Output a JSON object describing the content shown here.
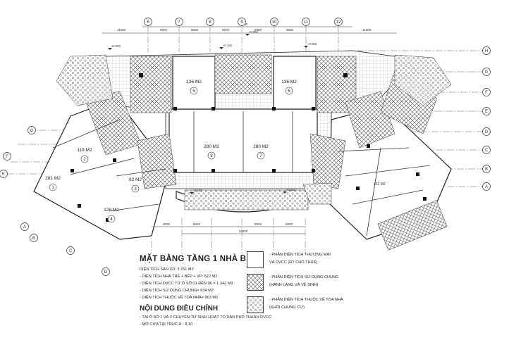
{
  "grid_top": [
    "6",
    "7",
    "8",
    "9",
    "10",
    "11",
    "12"
  ],
  "grid_left": [
    "A",
    "B",
    "C",
    "D",
    "E",
    "F",
    "G"
  ],
  "grid_right": [
    "H",
    "G",
    "F",
    "E",
    "D",
    "C",
    "B",
    "A"
  ],
  "dims_top": [
    "11600",
    "8500",
    "8500",
    "8500",
    "8500",
    "8500",
    "11600"
  ],
  "dim_total_top": "51000",
  "dims_bottom": [
    "8500",
    "8500",
    "8500",
    "8500"
  ],
  "dim_total_bottom": "34000",
  "levels": {
    "l1": "±0.000",
    "l2": "+0.050",
    "l3": "+0.150",
    "l4": "+0.050",
    "l5": "±0.150",
    "l6": "+0.150"
  },
  "rooms": [
    {
      "area": "136 M2",
      "num": "5"
    },
    {
      "area": "136 M2",
      "num": "6"
    },
    {
      "area": "280 M2",
      "num": "8"
    },
    {
      "area": "280 M2",
      "num": "7"
    },
    {
      "area": "119 M2",
      "num": "2"
    },
    {
      "area": "181 M2",
      "num": "1"
    },
    {
      "area": "82 M2",
      "num": "3"
    },
    {
      "area": "128 M2",
      "num": "4"
    }
  ],
  "right_area": "622 M2",
  "notes": {
    "title": "MẶT BẰNG TẦNG 1 NHÀ B",
    "lines": [
      "DIỆN TÍCH SÀN XD: 3.761 M2",
      "- DIỆN TÍCH NHÀ TRẺ + BẾP + VP: 622 M2",
      "- DIỆN TÍCH DVCC TỪ Ô SỐ 01 ĐẾN 06 = 1.342 M2",
      "- DIỆN TÍCH SỬ DỤNG CHUNG= 834 M2",
      "- DIỆN TÍCH THUỘC VỀ TÒA NHÀ= 963 M2"
    ],
    "subtitle": "NỘI DUNG ĐIỀU CHỈNH",
    "adjust": [
      "- TẠI Ô SỐ 1 VÀ 2 CHUYỂN TỪ SINH HOẠT TỔ DÂN PHỐ THÀNH DVCC",
      "- MỞ CỬA TẠI TRỤC H - 8,10"
    ]
  },
  "legend": [
    {
      "style": "blank",
      "line1": "- PHẦN DIỆN TÍCH THƯƠNG MẠI",
      "line2": "VÀ DVCC (ĐT CHO THUÊ)"
    },
    {
      "style": "cross",
      "line1": "- PHẦN DIỆN TÍCH SỬ DỤNG CHUNG",
      "line2": "(HÀNH LANG VÀ VỆ SINH)"
    },
    {
      "style": "dots",
      "line1": "- PHẦN DIỆN TÍCH THUỘC VỀ TÒA NHÀ",
      "line2": "(KHỐI CHUNG CƯ)"
    }
  ]
}
